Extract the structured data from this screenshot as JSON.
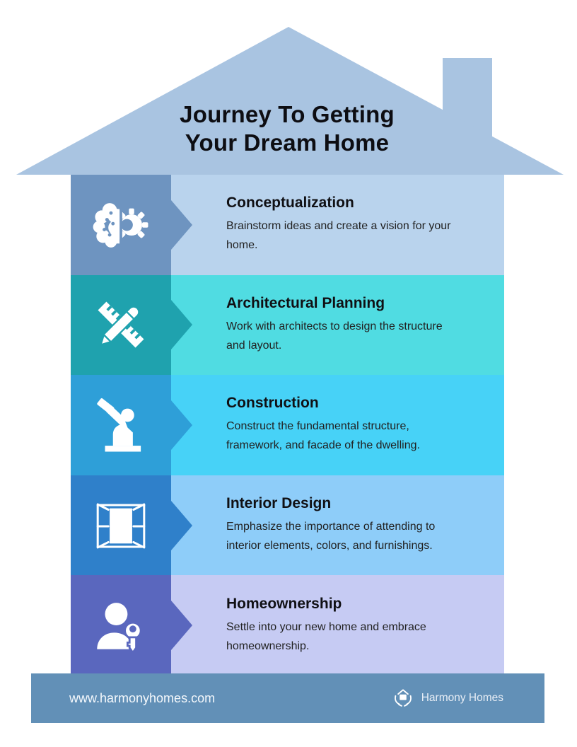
{
  "title": {
    "line1": "Journey To Getting",
    "line2": "Your Dream Home"
  },
  "house": {
    "roof_color": "#a9c4e1"
  },
  "steps": [
    {
      "title": "Conceptualization",
      "description": "Brainstorm ideas and create a vision for your home.",
      "icon": "brain-gear-icon",
      "tile_color": "#6e94c0",
      "bg_color": "#b9d3ed"
    },
    {
      "title": "Architectural Planning",
      "description": "Work with architects to design the structure and layout.",
      "icon": "ruler-pencil-icon",
      "tile_color": "#1fa2ae",
      "bg_color": "#50dce2"
    },
    {
      "title": "Construction",
      "description": "Construct the fundamental structure, framework, and facade of the dwelling.",
      "icon": "construction-worker-icon",
      "tile_color": "#2e9fd8",
      "bg_color": "#47d2f7"
    },
    {
      "title": "Interior Design",
      "description": "Emphasize the importance of attending to interior elements, colors, and furnishings.",
      "icon": "open-window-icon",
      "tile_color": "#2f80ca",
      "bg_color": "#8ecdf9"
    },
    {
      "title": "Homeownership",
      "description": "Settle into your new home and embrace homeownership.",
      "icon": "person-key-icon",
      "tile_color": "#5a67be",
      "bg_color": "#c6cbf3"
    }
  ],
  "footer": {
    "website": "www.harmonyhomes.com",
    "brand": "Harmony Homes",
    "bg_color": "#6290b7"
  }
}
